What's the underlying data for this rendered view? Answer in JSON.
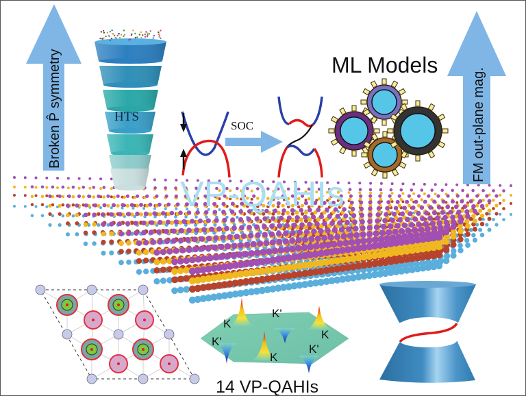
{
  "figure": {
    "left_arrow": {
      "label": "Broken P̂ symmetry",
      "color": "#7fb6e6"
    },
    "right_arrow": {
      "label": "FM out-plane mag.",
      "color": "#7fb6e6"
    },
    "funnel": {
      "label": "HTS",
      "tier_colors": [
        "#2d7fc0",
        "#2f8fb8",
        "#2aa8a8",
        "#3a9fc8",
        "#3ab5b5",
        "#8ecccc",
        "#c9dede"
      ]
    },
    "band_diagram": {
      "arrow_label": "SOC",
      "band_colors": {
        "upper": "#2b3fa8",
        "lower": "#e01b1b",
        "connector": "#111111"
      }
    },
    "title": {
      "text": "VP-QAHIs",
      "color": "#a9dff0"
    },
    "ml": {
      "title": "ML Models",
      "gear_ring_colors": [
        "#6a2f80",
        "#7870c0",
        "#a56a2a",
        "#333333"
      ],
      "gear_core_color": "#55c6e8",
      "tooth_color": "#f7ec9a"
    },
    "slab": {
      "layer_colors": [
        "#a24fb4",
        "#f0b820",
        "#b8432c",
        "#5aaedc"
      ]
    },
    "lattice": {
      "node_color": "#c8cbe8",
      "ring_color": "#e03040",
      "inner_green": "#7cc940",
      "pink_fill": "#d7a8cc"
    },
    "berry_curvature": {
      "caption": "14 VP-QAHIs",
      "valley_labels": [
        "K",
        "K'",
        "K",
        "K'",
        "K",
        "K'"
      ]
    },
    "cone": {
      "color": "#3a86b9",
      "edge_state_color": "#e01b1b"
    }
  }
}
